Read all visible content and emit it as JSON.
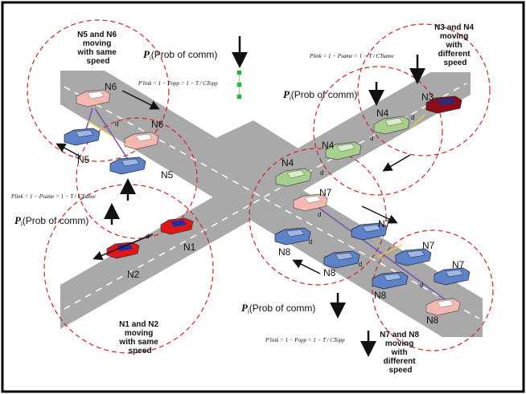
{
  "captions": {
    "n5n6": [
      "N5 and N6",
      "moving",
      "with same",
      "speed"
    ],
    "n3n4": [
      "N3 and N4",
      "moving",
      "with",
      "different",
      "speed"
    ],
    "n1n2": [
      "N1 and N2",
      "moving",
      "with same",
      "speed"
    ],
    "n7n8": [
      "N7 and N8",
      "moving",
      "with",
      "different",
      "speed"
    ]
  },
  "prob_label": {
    "sym": "P",
    "sub": "i",
    "text": "(Prob of comm)"
  },
  "formulas": {
    "opp": "P′link = 1 − Popp = 1 − T / CTopp",
    "same": "Plink = 1 − Psame = 1 − T / CTsame"
  },
  "distance_label": "d",
  "nodes": {
    "n1": "N1",
    "n2": "N2",
    "n3": "N3",
    "n4": "N4",
    "n5": "N5",
    "n6": "N6",
    "n7": "N7",
    "n8": "N8"
  },
  "colors": {
    "road": "#a9a9a9",
    "circle": "#cc2222",
    "car_red": "#e01515",
    "car_pink": "#f4b8b0",
    "car_blue": "#5d82c7",
    "car_green": "#a8d08d",
    "car_maroon": "#8b0d1a",
    "link": "#7b4db8"
  }
}
